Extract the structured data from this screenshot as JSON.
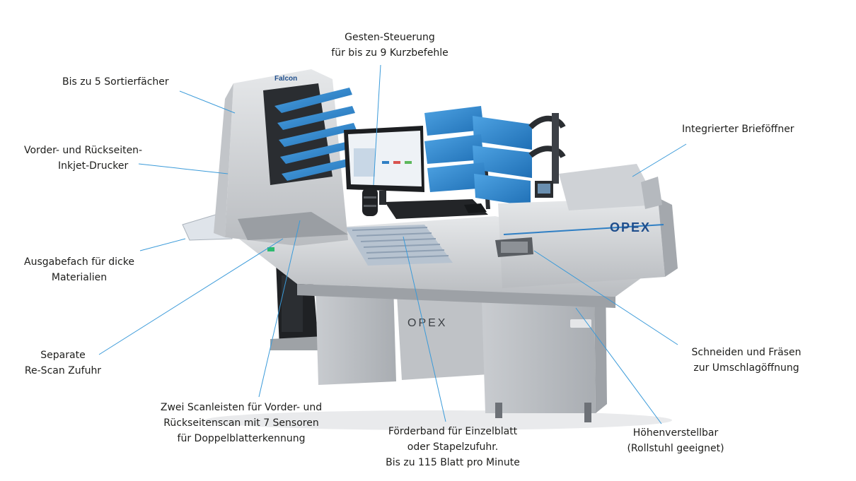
{
  "callouts": {
    "sortierfaecher": {
      "lines": [
        "Bis zu 5 Sortierfächer"
      ]
    },
    "gesten": {
      "lines": [
        "Gesten-Steuerung",
        "für bis zu 9 Kurzbefehle"
      ]
    },
    "inkjet": {
      "lines": [
        "Vorder- und Rückseiten-",
        "Inkjet-Drucker"
      ]
    },
    "brieffoeffner": {
      "lines": [
        "Integrierter Brieföffner"
      ]
    },
    "ausgabefach": {
      "lines": [
        "Ausgabefach für dicke",
        "Materialien"
      ]
    },
    "rescan": {
      "lines": [
        "Separate",
        "Re-Scan Zufuhr"
      ]
    },
    "schneiden": {
      "lines": [
        "Schneiden und Fräsen",
        "zur Umschlagöffnung"
      ]
    },
    "scanleisten": {
      "lines": [
        "Zwei Scanleisten für Vorder- und",
        "Rückseitenscan mit 7 Sensoren",
        "für Doppelblatterkennung"
      ]
    },
    "foerderband": {
      "lines": [
        "Förderband für Einzelblatt",
        "oder Stapelzufuhr.",
        "Bis zu 115 Blatt pro Minute"
      ]
    },
    "hoehen": {
      "lines": [
        "Höhenverstellbar",
        "(Rollstuhl geeignet)"
      ]
    }
  },
  "machine": {
    "sorter_brand": "Falcon",
    "scanner_brand": "OPEX",
    "cabinet_brand": "OPEX"
  },
  "colors": {
    "leader_line": "#3a9ad9",
    "text": "#1d1d1b",
    "machine_body": "#d6d8db",
    "tray_blue": "#2f7fc4",
    "brand_blue": "#1f4e8c"
  }
}
